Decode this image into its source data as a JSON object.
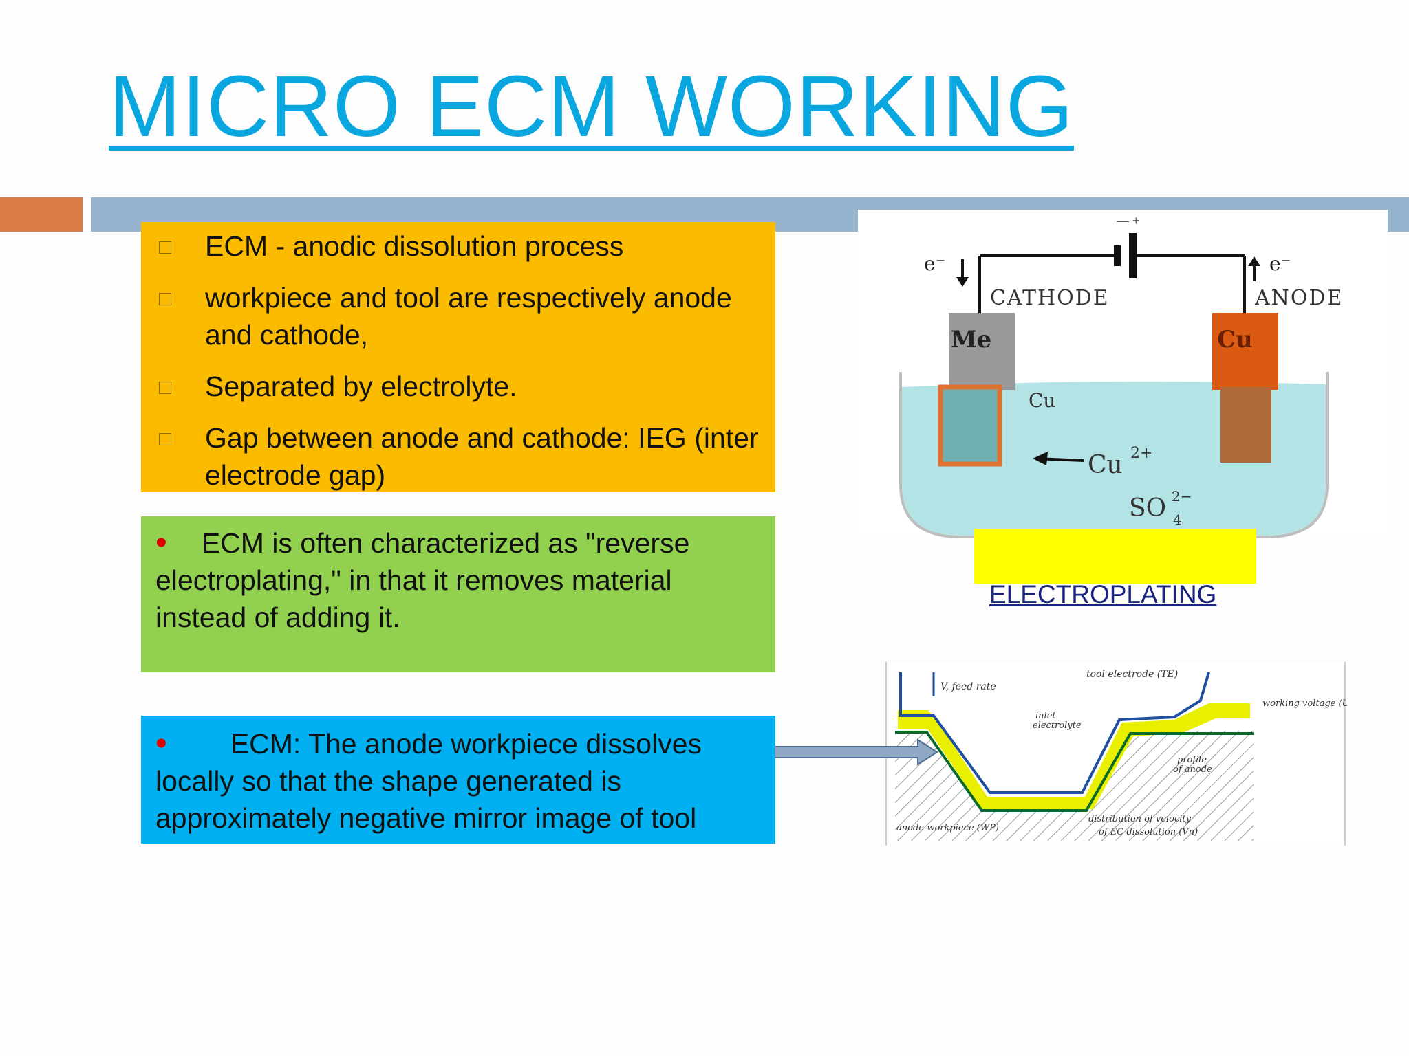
{
  "slide": {
    "title": "MICRO ECM WORKING",
    "bullets_square": [
      "ECM - anodic dissolution process",
      "workpiece and tool are respectively anode and cathode,",
      "Separated by electrolyte.",
      "Gap between anode and cathode: IEG (inter electrode gap)"
    ],
    "green_box_text": "ECM is often characterized as \"reverse electroplating,\" in that it removes material instead of adding it.",
    "blue_box_text": "ECM: The anode workpiece dissolves locally so that the shape generated is approximately negative mirror image of tool",
    "caption": "ELECTROPLATING",
    "colors": {
      "title": "#0aa6df",
      "orange_accent": "#d97b45",
      "blue_accent": "#97b4cf",
      "yellow_box": "#fbbb00",
      "green_box": "#92d050",
      "blue_box": "#00b0f0",
      "bullet_red": "#e00000"
    }
  },
  "diagram_electroplating": {
    "battery_signs": "— +",
    "electron_left": "e⁻",
    "electron_right": "e⁻",
    "cathode_label": "CATHODE",
    "anode_label": "ANODE",
    "cathode_metal": "Me",
    "anode_metal": "Cu",
    "deposit_label": "Cu",
    "ion_cu": "Cu",
    "ion_cu_charge": "2+",
    "ion_so": "SO",
    "ion_so_sub": "4",
    "ion_so_charge": "2−"
  },
  "diagram_ecm": {
    "feed_rate": "V, feed rate",
    "tool_electrode": "tool electrode (TE)",
    "working_voltage": "working voltage (U",
    "inlet": "inlet",
    "electrolyte": "electrolyte",
    "profile": "profile",
    "of_anode": "of anode",
    "anode_workpiece": "anode-workpiece (WP)",
    "distribution": "distribution of velocity",
    "ec_dissolution": "of EC dissolution (Vn)"
  }
}
